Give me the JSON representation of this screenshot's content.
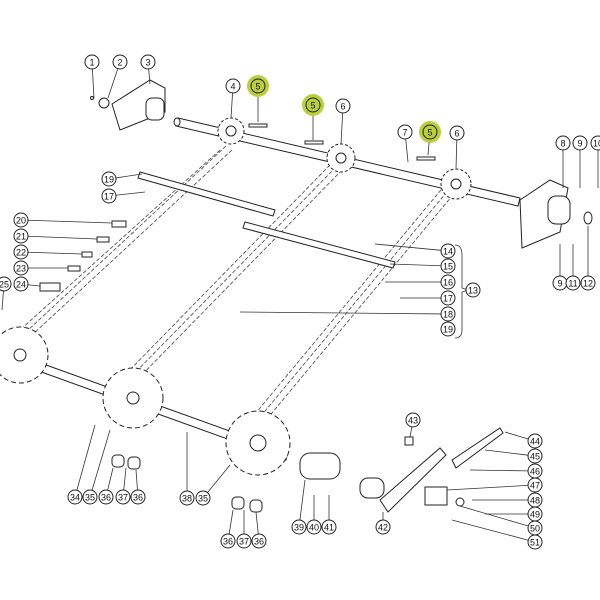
{
  "diagram": {
    "title": "Conveyor shaft assembly exploded view",
    "highlight_color": "#b9cf3c",
    "callouts": [
      "1",
      "2",
      "3",
      "4",
      "5",
      "5",
      "6",
      "7",
      "5",
      "6",
      "8",
      "9",
      "10",
      "9",
      "11",
      "12",
      "19",
      "17",
      "20",
      "21",
      "22",
      "23",
      "24",
      "25",
      "14",
      "15",
      "16",
      "17",
      "18",
      "19",
      "13",
      "34",
      "35",
      "36",
      "37",
      "36",
      "38",
      "35",
      "36",
      "37",
      "36",
      "39",
      "40",
      "41",
      "42",
      "43",
      "44",
      "45",
      "46",
      "47",
      "48",
      "49",
      "50",
      "51"
    ],
    "highlighted": [
      4,
      5,
      8
    ]
  }
}
